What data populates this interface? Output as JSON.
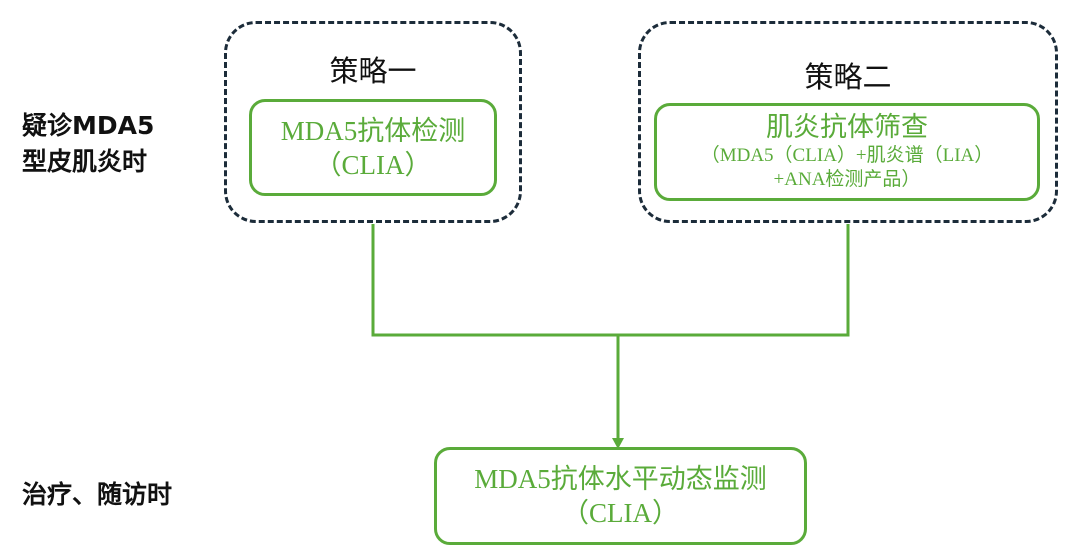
{
  "stages": {
    "diagnosis": [
      "疑诊MDA5",
      "型皮肌炎时"
    ],
    "followup": "治疗、随访时"
  },
  "strategy1": {
    "title": "策略一",
    "box_line1": "MDA5抗体检测",
    "box_line2": "（CLIA）"
  },
  "strategy2": {
    "title": "策略二",
    "box_line1": "肌炎抗体筛查",
    "box_line2": "（MDA5（CLIA）+肌炎谱（LIA）",
    "box_line3": "+ANA检测产品）"
  },
  "monitoring": {
    "line1": "MDA5抗体水平动态监测",
    "line2": "（CLIA）"
  },
  "colors": {
    "green": "#5aab3a",
    "dashed": "#1c2c3a",
    "text": "#111111"
  }
}
